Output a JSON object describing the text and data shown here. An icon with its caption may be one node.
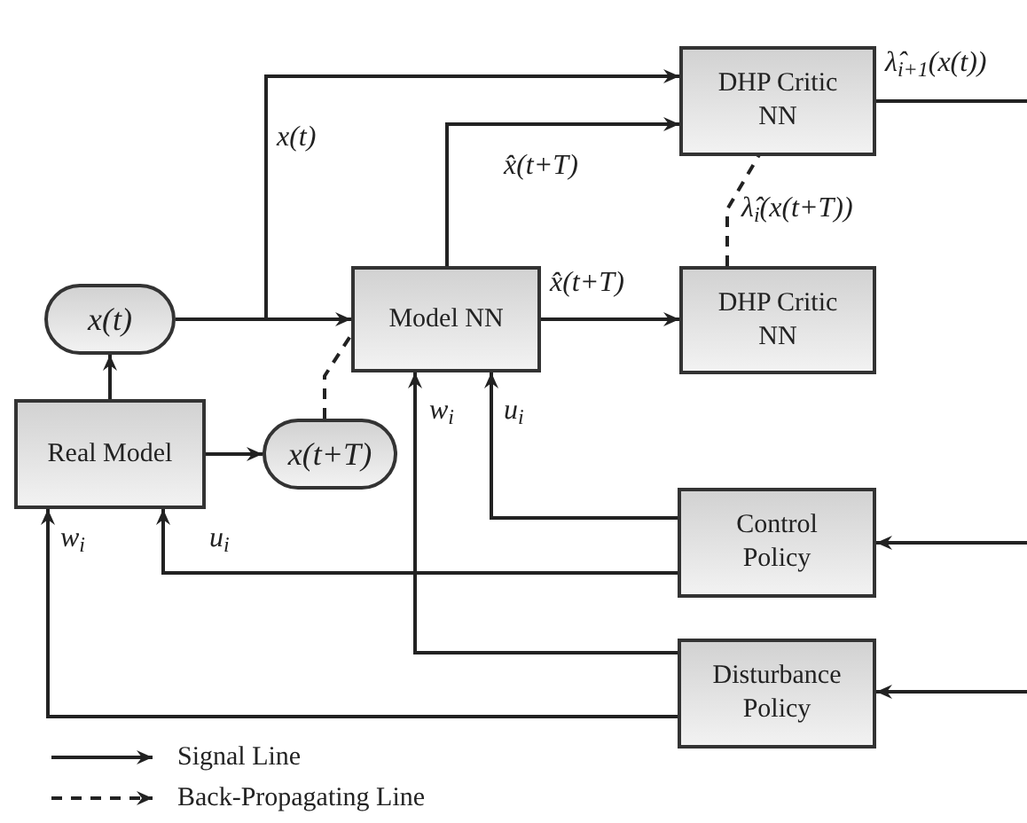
{
  "diagram": {
    "nodes": [
      {
        "text": [
          "Real Model"
        ]
      },
      {
        "text": [
          "x(t)"
        ]
      },
      {
        "text": [
          "x(t+T)"
        ]
      },
      {
        "text": [
          "Model NN"
        ]
      },
      {
        "text": [
          "DHP Critic NN"
        ]
      },
      {
        "text": [
          "DHP Critic NN"
        ]
      },
      {
        "text": [
          "Control Policy"
        ]
      },
      {
        "text": [
          "Disturbance Policy"
        ]
      }
    ],
    "edges": [
      {
        "from": 0,
        "to": 1,
        "arrow": "to"
      },
      {
        "from": 0,
        "to": 2,
        "arrow": "to"
      },
      {
        "from": 1,
        "to": 3,
        "arrow": "to"
      },
      {
        "from": 1,
        "to": 4,
        "arrow": "to",
        "label": "x(t)"
      },
      {
        "from": 3,
        "to": 4,
        "arrow": "to",
        "label": "x̂(t+T)"
      },
      {
        "from": 3,
        "to": 5,
        "arrow": "to",
        "label": "x̂(t+T)"
      },
      {
        "from": 5,
        "to": 4,
        "arrow": "to",
        "style": "dashed",
        "label": "λ̂$_{i}$(x(t+T))"
      },
      {
        "from": 2,
        "to": 3,
        "arrow": "to",
        "style": "dashed"
      },
      {
        "from": 4,
        "to": null,
        "arrow": "none",
        "label": "λ̂$_{i+1}$(x(t))"
      },
      {
        "from": null,
        "to": 6,
        "arrow": "to"
      },
      {
        "from": null,
        "to": 7,
        "arrow": "to"
      },
      {
        "from": 6,
        "to": 3,
        "arrow": "to",
        "label": "u$_{i}$"
      },
      {
        "from": 6,
        "to": 0,
        "arrow": "to",
        "label": "u$_{i}$"
      },
      {
        "from": 7,
        "to": 3,
        "arrow": "to",
        "label": "w$_{i}$"
      },
      {
        "from": 7,
        "to": 0,
        "arrow": "to",
        "label": "w$_{i}$"
      }
    ],
    "legend": [
      {
        "text": "Signal Line"
      },
      {
        "text": "Back-Propagating Line"
      }
    ]
  }
}
